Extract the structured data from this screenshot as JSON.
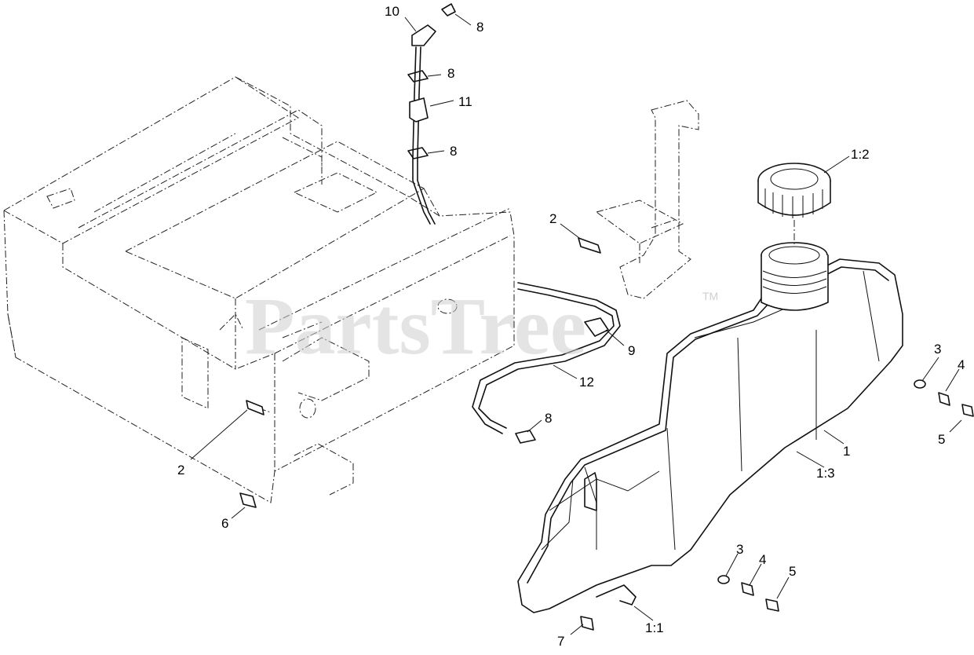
{
  "watermark": {
    "text": "PartsTree",
    "trademark": "TM"
  },
  "callouts": {
    "c10": "10",
    "c8a": "8",
    "c8b": "8",
    "c11": "11",
    "c8c": "8",
    "c1_2": "1:2",
    "c2a": "2",
    "c9": "9",
    "c12": "12",
    "c8d": "8",
    "c3a": "3",
    "c4a": "4",
    "c5a": "5",
    "c1": "1",
    "c1_3": "1:3",
    "c2b": "2",
    "c6": "6",
    "c3b": "3",
    "c4b": "4",
    "c5b": "5",
    "c7": "7",
    "c1_1": "1:1"
  }
}
